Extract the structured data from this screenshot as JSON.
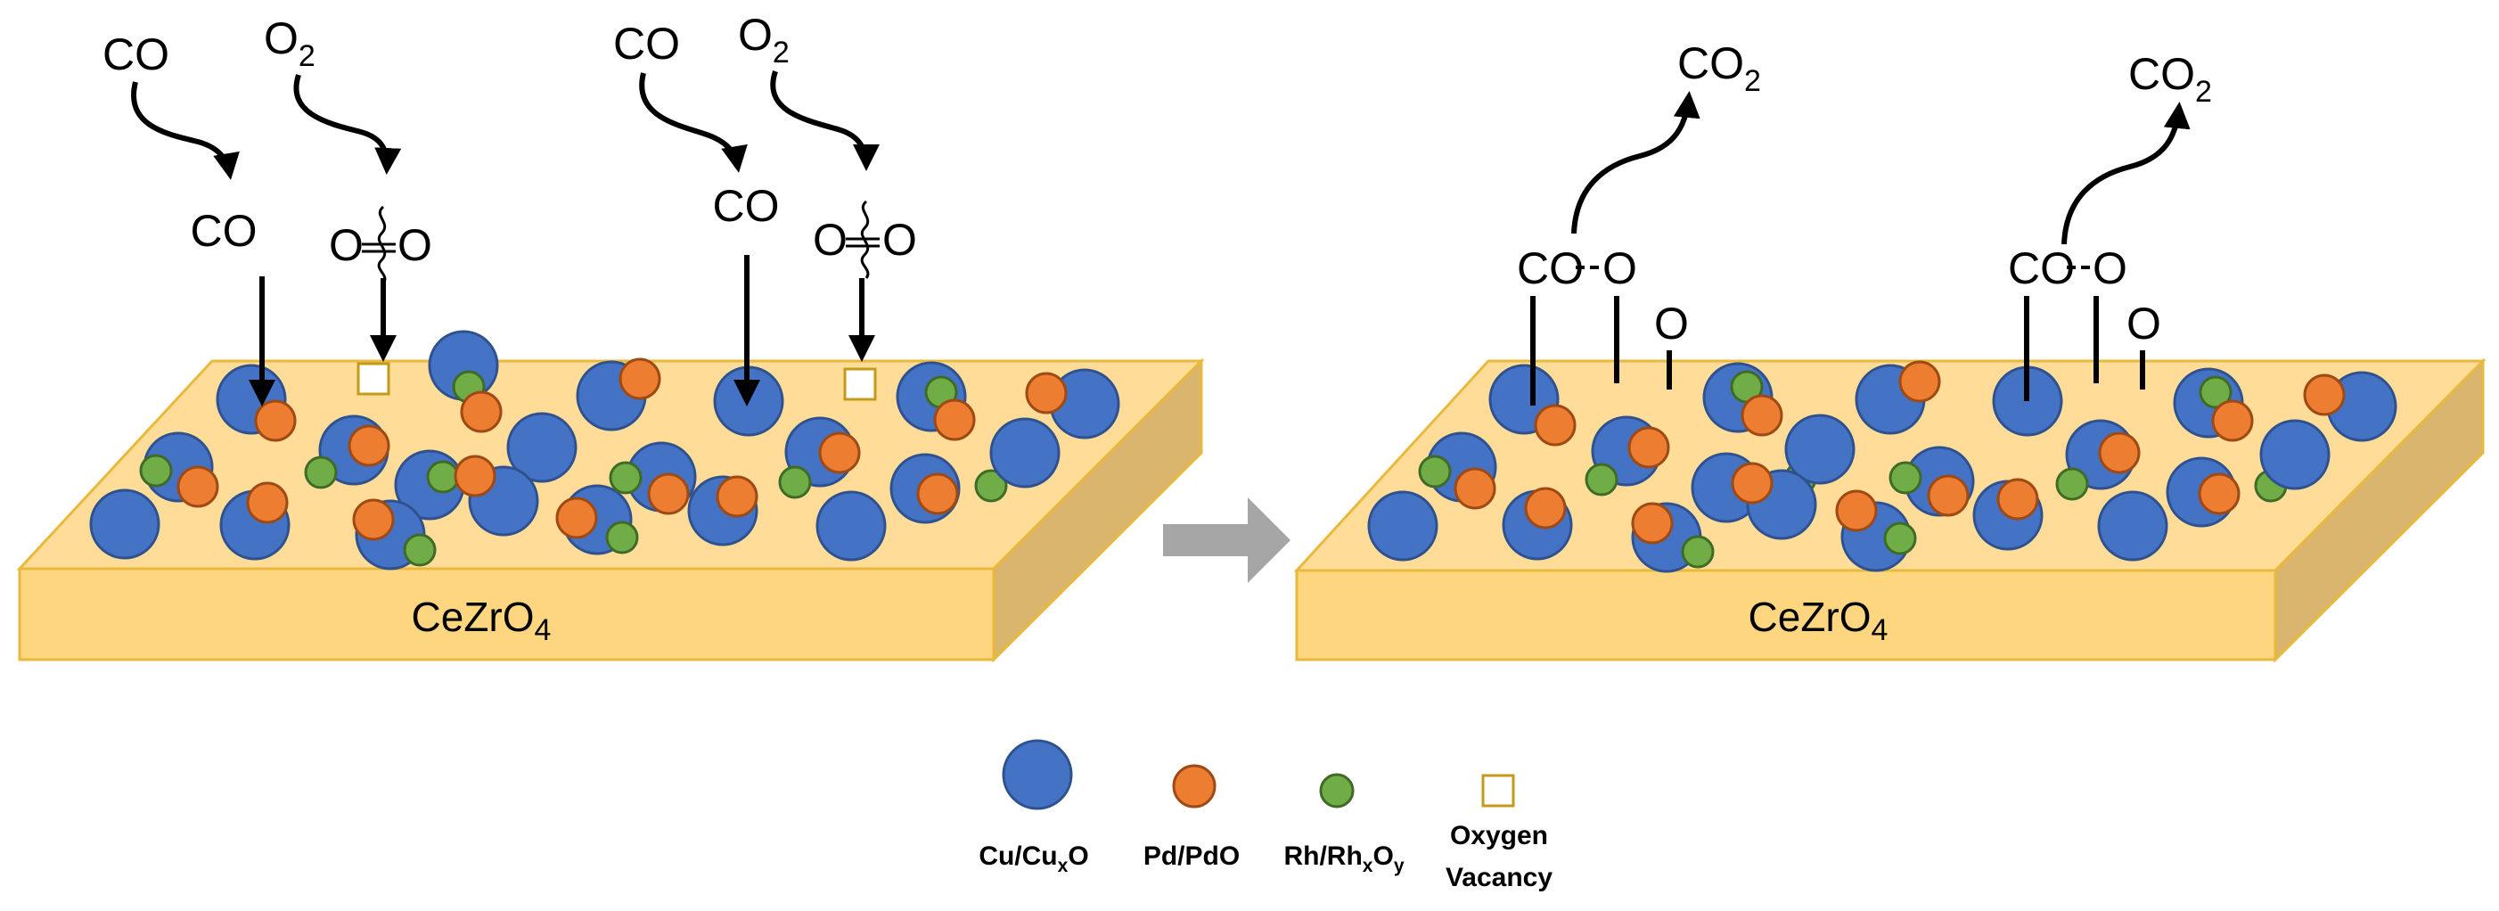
{
  "colors": {
    "slab_top": "#FFDD99",
    "slab_front": "#FFD680",
    "slab_side": "#D9B56E",
    "slab_edge": "#E8B93C",
    "cu": "#4472C4",
    "pd": "#ED7D31",
    "rh": "#70AD47",
    "vacancy": "#C39A1A",
    "arrow": "#A6A6A6"
  },
  "diagram": {
    "left_panel": {
      "support_label": {
        "main": "CeZrO",
        "sub": "4"
      },
      "reactants": [
        {
          "type": "CO",
          "label": "CO"
        },
        {
          "type": "O2",
          "main": "O",
          "sub": "2"
        },
        {
          "type": "CO",
          "label": "CO"
        },
        {
          "type": "O2",
          "main": "O",
          "sub": "2"
        }
      ],
      "adsorbed": [
        {
          "type": "CO",
          "label": "CO"
        },
        {
          "type": "O2",
          "left": "O",
          "right": "O"
        },
        {
          "type": "CO",
          "label": "CO"
        },
        {
          "type": "O2",
          "left": "O",
          "right": "O"
        }
      ]
    },
    "right_panel": {
      "support_label": {
        "main": "CeZrO",
        "sub": "4"
      },
      "products": [
        {
          "main": "CO",
          "sub": "2"
        },
        {
          "main": "CO",
          "sub": "2"
        }
      ],
      "intermediates": [
        {
          "co": "CO",
          "o": "O",
          "lone_o": "O"
        },
        {
          "co": "CO",
          "o": "O",
          "lone_o": "O"
        }
      ]
    },
    "legend": [
      {
        "key": "cu",
        "main": "Cu/Cu",
        "sub": "x",
        "tail": "O",
        "icon": "blue-circle"
      },
      {
        "key": "pd",
        "main": "Pd/PdO",
        "icon": "orange-circle"
      },
      {
        "key": "rh",
        "main": "Rh/Rh",
        "sub": "x",
        "tail": "O",
        "sub2": "y",
        "icon": "green-circle"
      },
      {
        "key": "vacancy",
        "line1": "Oxygen",
        "line2": "Vacancy",
        "icon": "open-square"
      }
    ]
  }
}
